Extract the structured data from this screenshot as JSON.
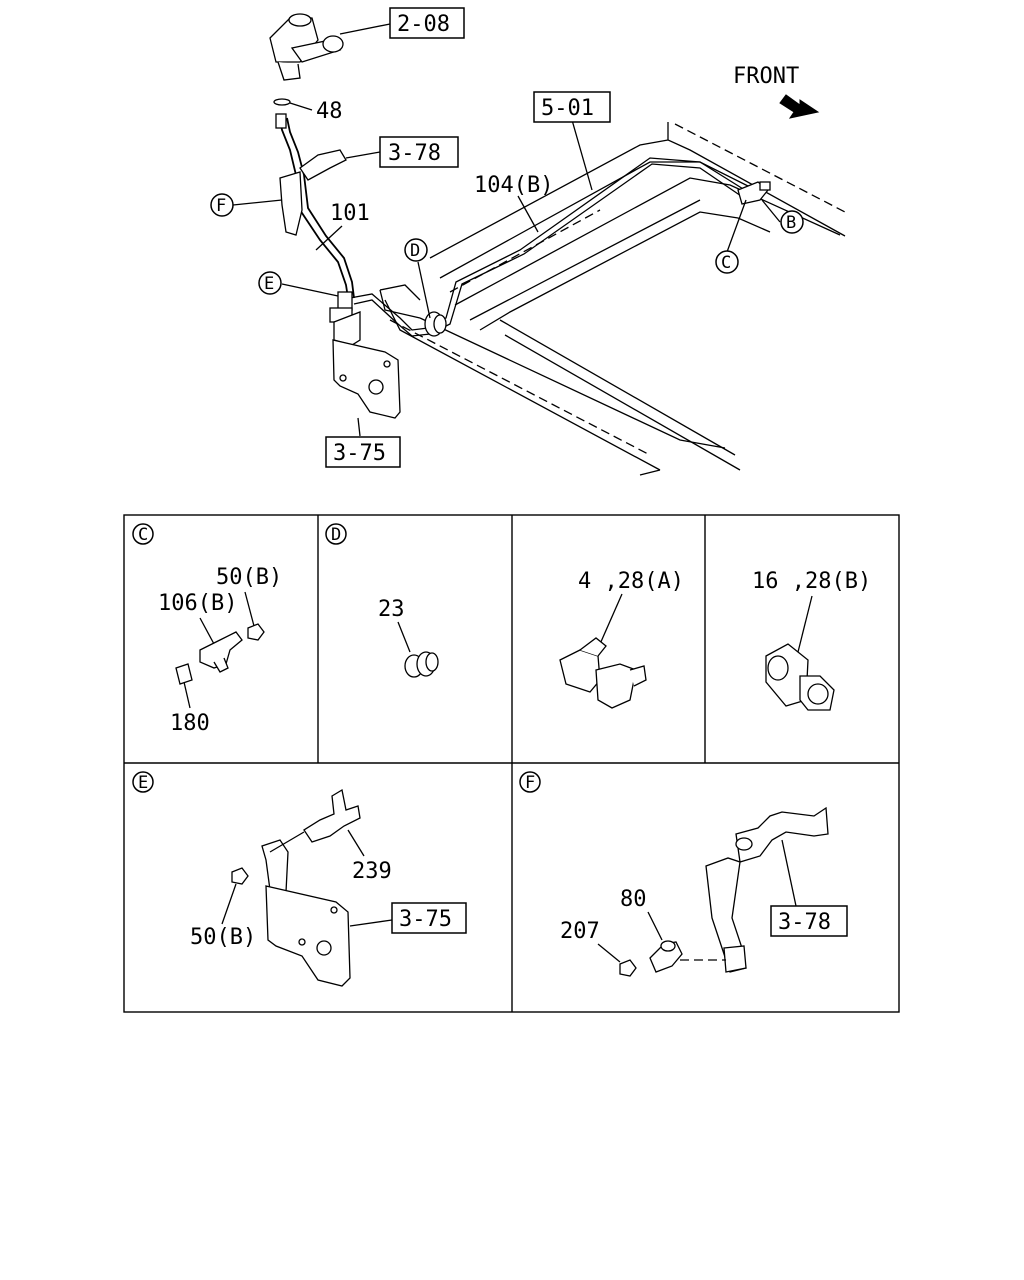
{
  "direction": {
    "front": "FRONT"
  },
  "main": {
    "ref_2_08": "2-08",
    "ref_5_01": "5-01",
    "ref_3_78": "3-78",
    "ref_3_75": "3-75",
    "part_48": "48",
    "part_101": "101",
    "part_104b": "104(B)",
    "callout_b": "B",
    "callout_c": "C",
    "callout_d": "D",
    "callout_e": "E",
    "callout_f": "F"
  },
  "details": {
    "c": {
      "marker": "C",
      "p50b": "50(B)",
      "p106b": "106(B)",
      "p180": "180"
    },
    "d": {
      "marker": "D",
      "p23": "23"
    },
    "clip_a": {
      "label": "4 ,28(A)"
    },
    "clip_b": {
      "label": "16 ,28(B)"
    },
    "e": {
      "marker": "E",
      "p239": "239",
      "p50b": "50(B)",
      "ref": "3-75"
    },
    "f": {
      "marker": "F",
      "p80": "80",
      "p207": "207",
      "ref": "3-78"
    }
  }
}
